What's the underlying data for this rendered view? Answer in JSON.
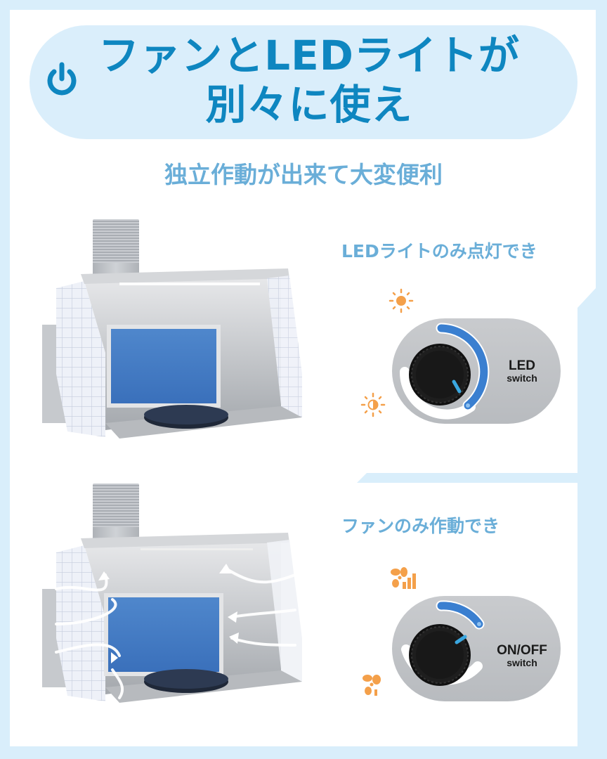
{
  "header": {
    "icon": "power-icon",
    "title_line1": "ファンとLEDライトが",
    "title_line2": "別々に使え"
  },
  "subtitle": "独立作動が出来て大変便利",
  "sections": [
    {
      "label": "LEDライトのみ点灯でき",
      "switch_label_main": "LED",
      "switch_label_sub": "switch",
      "icon_high": "sun-bright-icon",
      "icon_low": "sun-dim-icon",
      "image": "spray-booth-led-on"
    },
    {
      "label": "ファンのみ作動でき",
      "switch_label_main": "ON/OFF",
      "switch_label_sub": "switch",
      "icon_high": "fan-high-icon",
      "icon_low": "fan-low-icon",
      "image": "spray-booth-fan-airflow"
    }
  ],
  "colors": {
    "frame": "#d9eefb",
    "title": "#0e86c0",
    "subtitle": "#6aaed8",
    "accent_arc": "#3a7fd0",
    "icon_orange": "#f4a04a",
    "panel": "#c0c2c5"
  }
}
